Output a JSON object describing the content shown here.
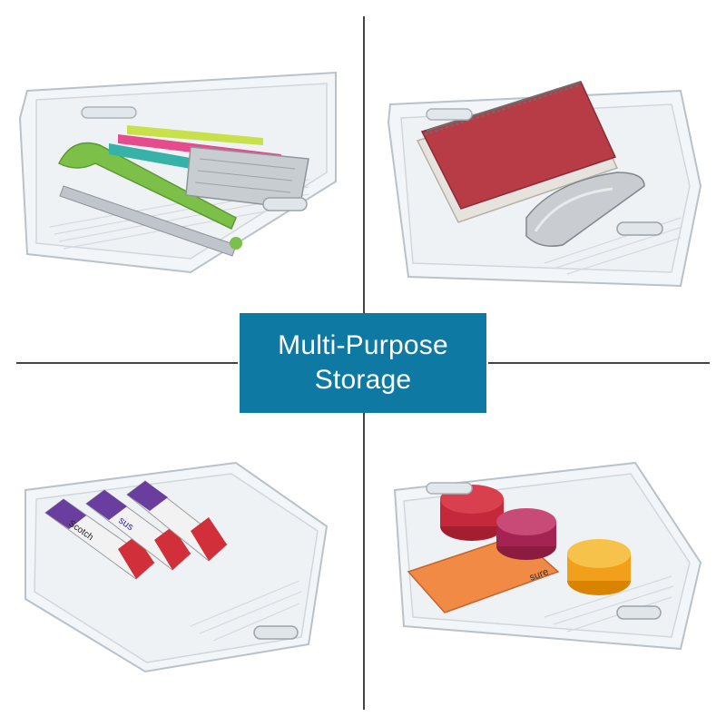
{
  "label": {
    "line1": "Multi-Purpose",
    "line2": "Storage"
  },
  "colors": {
    "label_background": "#0e7aa3",
    "label_text": "#ffffff",
    "divider": "#444444",
    "background": "#ffffff"
  },
  "scenes": [
    {
      "contents": "kitchen utensils: tongs, spatulas, grater"
    },
    {
      "contents": "notebook and stapler"
    },
    {
      "contents": "glue sticks"
    },
    {
      "contents": "body butter jars and tube"
    }
  ],
  "product_text": {
    "glue_brand": "Scotch",
    "glue_word": "sus",
    "tube_word": "sure"
  }
}
